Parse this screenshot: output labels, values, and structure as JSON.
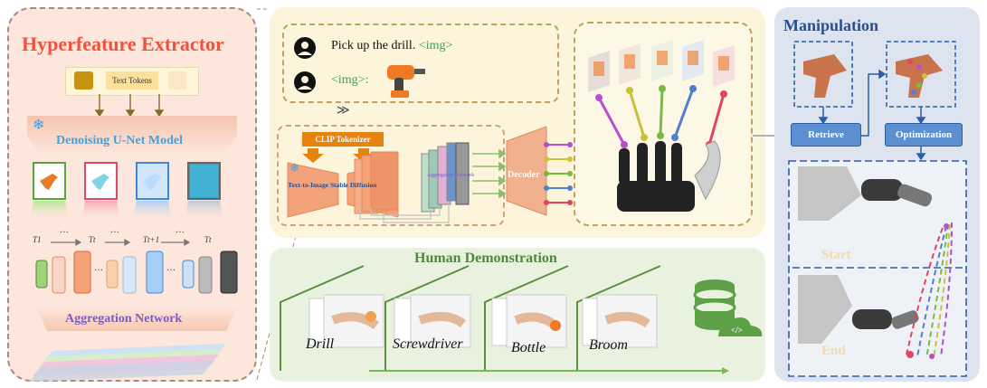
{
  "hyperfeature": {
    "title": "Hyperfeature Extractor",
    "text_tokens": "Text Tokens",
    "unet_label": "Denoising U-Net Model",
    "aggregation_label": "Aggregation Network",
    "timesteps": [
      "T1",
      "Tt",
      "Tt+1",
      "Tt"
    ],
    "snowflake": "❄",
    "ellipsis": "···"
  },
  "prompt": {
    "user_line": "Pick up the drill.",
    "img_tag": "<img>",
    "assistant_line": "<img>:"
  },
  "pipeline": {
    "clip_label": "CLIP Tokenizer",
    "sd_label": "Text-to-Image Stable Diffusion",
    "aggregation_label": "Aggregation Network",
    "decoder_label": "Decoder",
    "snowflake": "❄"
  },
  "human_demo": {
    "title": "Human Demonstration",
    "items": [
      "Drill",
      "Screwdriver",
      "Bottle",
      "Broom"
    ]
  },
  "manipulation": {
    "title": "Manipulation",
    "retrieve_label": "Retrieve",
    "optimization_label": "Optimization",
    "start_label": "Start",
    "end_label": "End"
  },
  "colors": {
    "left_panel_bg": "#fde6dc",
    "center_panel_bg": "#fdf4dc",
    "human_panel_bg": "#e8f2de",
    "manip_panel_bg": "#dde3ef",
    "title_red": "#f0533d",
    "unet_blue": "#4aa0d6",
    "agg_purple": "#7b5cc6",
    "demo_green": "#4f8a3a",
    "manip_blue": "#2a4f8f",
    "btn_blue": "#5b8fd0",
    "clip_orange": "#e6820e",
    "link_colors": [
      "#b44fd0",
      "#c9c237",
      "#78b944",
      "#4f7fd0",
      "#e2435f"
    ]
  }
}
